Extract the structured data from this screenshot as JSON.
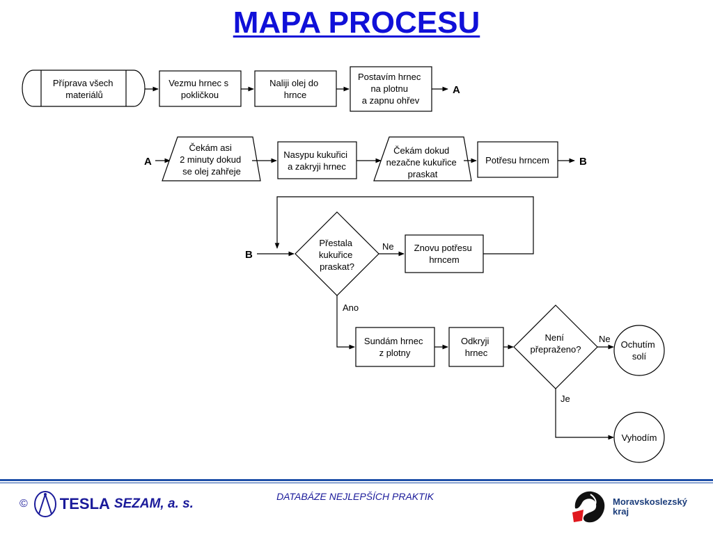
{
  "page": {
    "title": "MAPA PROCESU"
  },
  "diagram": {
    "nodes": {
      "start": [
        "Příprava všech",
        "materiálů"
      ],
      "vezmu": [
        "Vezmu hrnec s",
        "pokličkou"
      ],
      "naliji": [
        "Naliji olej do",
        "hrnce"
      ],
      "postavim": [
        "Postavím hrnec",
        "na plotnu",
        "a zapnu ohřev"
      ],
      "cekam1": [
        "Čekám asi",
        "2 minuty dokud",
        "se olej zahřeje"
      ],
      "nasypu": [
        "Nasypu kukuřici",
        "a zakryji hrnec"
      ],
      "cekam2": [
        "Čekám dokud",
        "nezačne kukuřice",
        "praskat"
      ],
      "potresu": [
        "Potřesu hrncem"
      ],
      "prestala": [
        "Přestala",
        "kukuřice",
        "praskat?"
      ],
      "znovu": [
        "Znovu potřesu",
        "hrncem"
      ],
      "sundam": [
        "Sundám hrnec",
        "z plotny"
      ],
      "odkryji": [
        "Odkryji",
        "hrnec"
      ],
      "neni": [
        "Není",
        "přepraženo?"
      ],
      "ochutim": [
        "Ochutím",
        "solí"
      ],
      "vyhodim": [
        "Vyhodím"
      ]
    },
    "connectors": {
      "a": "A",
      "b": "B"
    },
    "edge_labels": {
      "ne1": "Ne",
      "ano": "Ano",
      "ne2": "Ne",
      "je": "Je"
    }
  },
  "footer": {
    "copyright": "©",
    "tesla_word": "TESLA",
    "company": "SEZAM, a. s.",
    "center_text": "DATABÁZE NEJLEPŠÍCH PRAKTIK",
    "region_line1": "Moravskoslezský",
    "region_line2": "kraj"
  },
  "colors": {
    "title": "#1010d8",
    "footer_text": "#1a1a9a",
    "rule": "#1f4fa8",
    "region_red": "#e0181e"
  }
}
